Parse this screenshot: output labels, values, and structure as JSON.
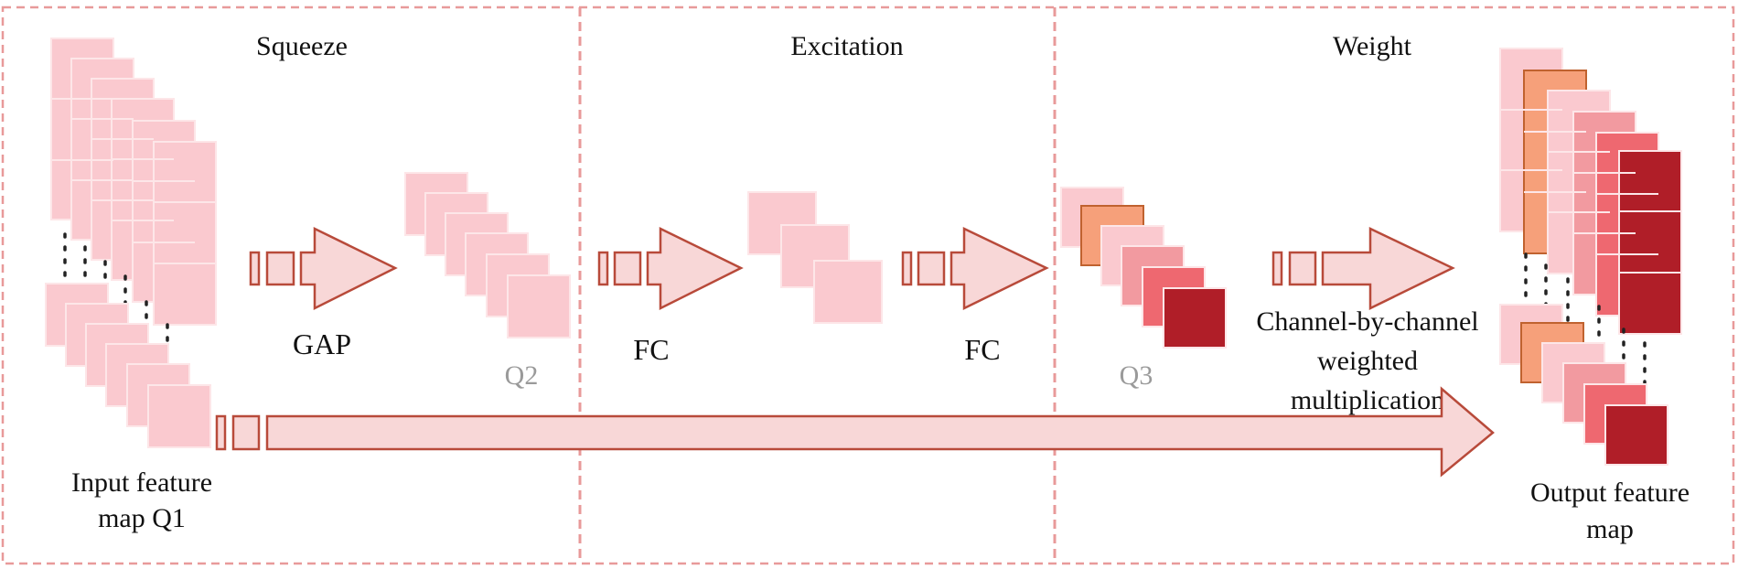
{
  "sections": {
    "squeeze": "Squeeze",
    "excitation": "Excitation",
    "weight": "Weight"
  },
  "labels": {
    "gap": "GAP",
    "q2": "Q2",
    "fc1": "FC",
    "fc2": "FC",
    "q3": "Q3",
    "input_line1": "Input feature",
    "input_line2": "map Q1",
    "channel_line1": "Channel-by-channel",
    "channel_line2": "weighted",
    "channel_line3": "multiplication",
    "output_line1": "Output feature",
    "output_line2": "map"
  },
  "colors": {
    "border": "#e89a9a",
    "arrow_stroke": "#b84a3a",
    "arrow_fill": "#f8d7d7",
    "light_pink": "#fac9cf",
    "orange": "#f6a07a",
    "rose": "#f29aa0",
    "coral": "#ee6870",
    "dark_red": "#b01e28",
    "gray_text": "#9a9a9a"
  }
}
